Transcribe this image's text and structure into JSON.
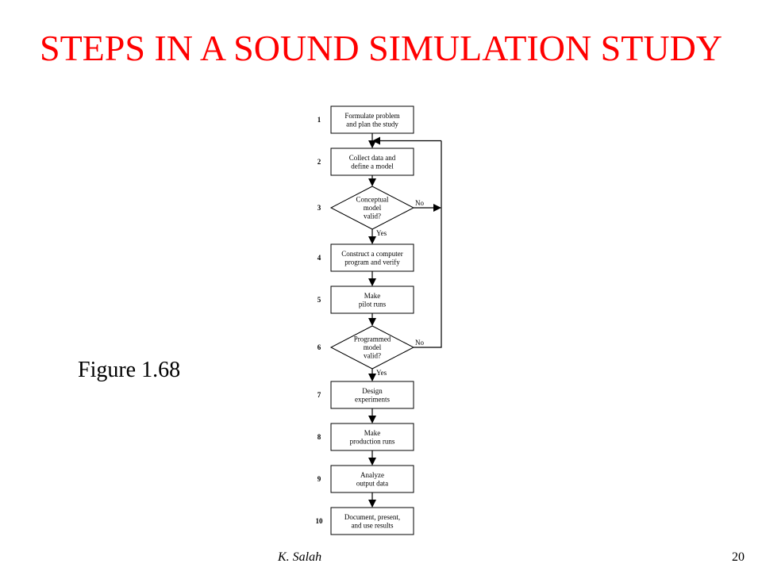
{
  "slide": {
    "title": "STEPS IN A SOUND SIMULATION STUDY",
    "figure_caption": "Figure 1.68",
    "footer_author": "K. Salah",
    "page_number": "20"
  },
  "colors": {
    "title": "#ff0000",
    "text": "#000000",
    "line": "#000000",
    "background": "#ffffff"
  },
  "flowchart": {
    "steps": [
      {
        "number": "1",
        "kind": "process",
        "lines": [
          "Formulate problem",
          "and plan the study"
        ]
      },
      {
        "number": "2",
        "kind": "process",
        "lines": [
          "Collect data and",
          "define a model"
        ]
      },
      {
        "number": "3",
        "kind": "decision",
        "lines": [
          "Conceptual",
          "model",
          "valid?"
        ],
        "yes_label": "Yes",
        "no_label": "No"
      },
      {
        "number": "4",
        "kind": "process",
        "lines": [
          "Construct a computer",
          "program and verify"
        ]
      },
      {
        "number": "5",
        "kind": "process",
        "lines": [
          "Make",
          "pilot runs"
        ]
      },
      {
        "number": "6",
        "kind": "decision",
        "lines": [
          "Programmed",
          "model",
          "valid?"
        ],
        "yes_label": "Yes",
        "no_label": "No"
      },
      {
        "number": "7",
        "kind": "process",
        "lines": [
          "Design",
          "experiments"
        ]
      },
      {
        "number": "8",
        "kind": "process",
        "lines": [
          "Make",
          "production runs"
        ]
      },
      {
        "number": "9",
        "kind": "process",
        "lines": [
          "Analyze",
          "output data"
        ]
      },
      {
        "number": "10",
        "kind": "process",
        "lines": [
          "Document, present,",
          "and use results"
        ]
      }
    ]
  }
}
